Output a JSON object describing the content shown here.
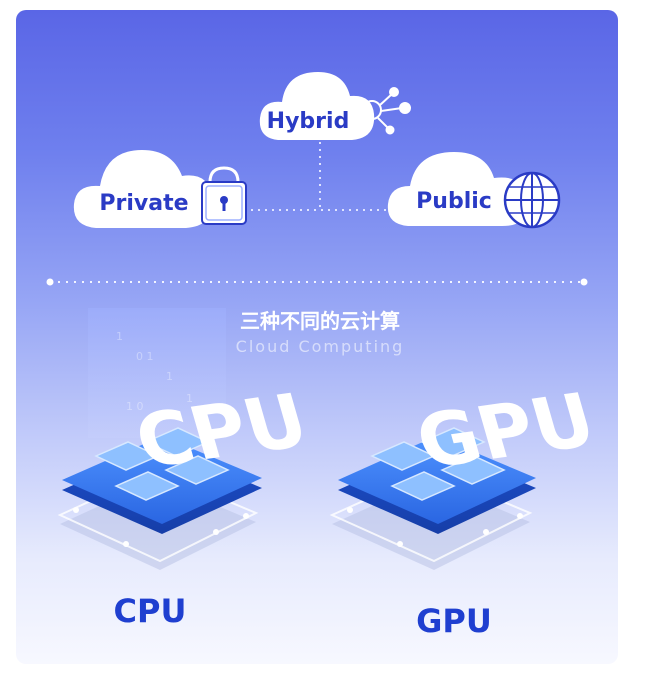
{
  "clouds": {
    "hybrid": "Hybrid",
    "private": "Private",
    "public": "Public"
  },
  "section": {
    "title": "三种不同的云计算",
    "subtitle": "Cloud Computing"
  },
  "chips": {
    "cpu_art": "CPU",
    "gpu_art": "GPU",
    "cpu_label": "CPU",
    "gpu_label": "GPU"
  },
  "colors": {
    "card_top": "#5a66e6",
    "card_bottom": "#f7f8ff",
    "cloud_text": "#2a3bc5",
    "chip_blue": "#2f6fe8",
    "label_blue": "#1f3fd0"
  },
  "icons": [
    "network-icon",
    "lock-icon",
    "globe-icon"
  ]
}
